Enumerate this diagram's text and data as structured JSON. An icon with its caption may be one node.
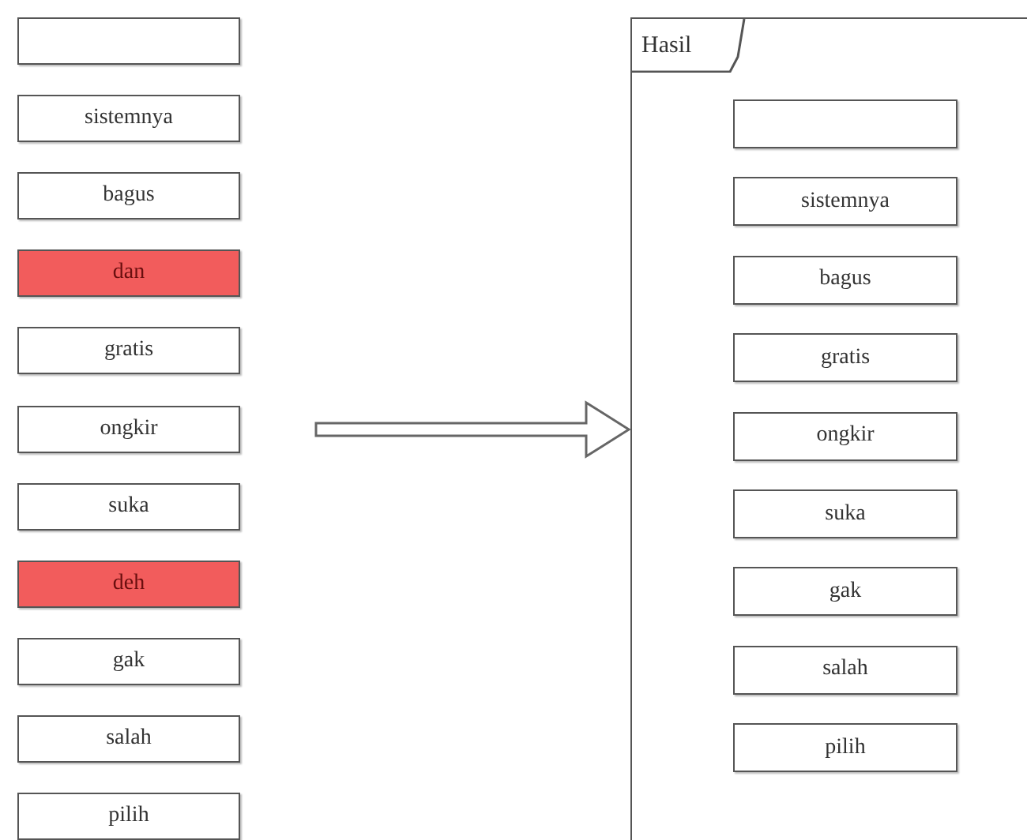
{
  "diagram": {
    "nodes": [
      {
        "text": [],
        "shape": "box"
      },
      {
        "text": [
          "sistemnya"
        ]
      },
      {
        "text": [
          "bagus"
        ]
      },
      {
        "text": [
          "dan"
        ]
      },
      {
        "text": [
          "gratis"
        ]
      },
      {
        "text": [
          "ongkir"
        ]
      },
      {
        "text": [
          "suka"
        ]
      },
      {
        "text": [
          "deh"
        ]
      },
      {
        "text": [
          "gak"
        ]
      },
      {
        "text": [
          "salah"
        ]
      },
      {
        "text": [
          "pilih"
        ]
      },
      {
        "text": [
          "Hasil"
        ]
      },
      {
        "text": [],
        "shape": "box",
        "in": 11
      },
      {
        "text": [
          "sistemnya"
        ],
        "in": 11
      },
      {
        "text": [
          "bagus"
        ],
        "in": 11
      },
      {
        "text": [
          "gratis"
        ],
        "in": 11
      },
      {
        "text": [
          "ongkir"
        ],
        "in": 11
      },
      {
        "text": [
          "suka"
        ],
        "in": 11
      },
      {
        "text": [
          "gak"
        ],
        "in": 11
      },
      {
        "text": [
          "salah"
        ],
        "in": 11
      },
      {
        "text": [
          "pilih"
        ],
        "in": 11
      }
    ],
    "edges": [
      {
        "from": null,
        "to": 11,
        "arrow": "to"
      }
    ]
  }
}
